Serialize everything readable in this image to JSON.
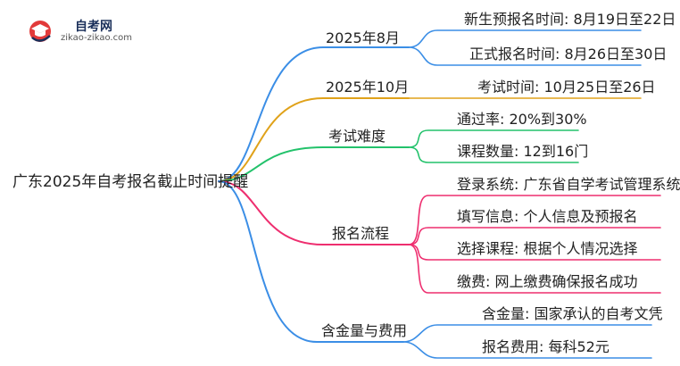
{
  "logo": {
    "title": "自考网",
    "subtitle": "zikao-zikao.com",
    "icon": "graduation-cap-icon"
  },
  "root": {
    "label": "广东2025年自考报名截止时间提醒"
  },
  "branches": [
    {
      "label": "2025年8月",
      "color": "#3b8ee6",
      "leaves": [
        "新生预报名时间: 8月19日至22日",
        "正式报名时间: 8月26日至30日"
      ]
    },
    {
      "label": "2025年10月",
      "color": "#e0a21a",
      "leaves": [
        "考试时间: 10月25日至26日"
      ]
    },
    {
      "label": "考试难度",
      "color": "#23c26b",
      "leaves": [
        "通过率: 20%到30%",
        "课程数量: 12到16门"
      ]
    },
    {
      "label": "报名流程",
      "color": "#ee2e6f",
      "leaves": [
        "登录系统: 广东省自学考试管理系统",
        "填写信息: 个人信息及预报名",
        "选择课程: 根据个人情况选择",
        "缴费: 网上缴费确保报名成功"
      ]
    },
    {
      "label": "含金量与费用",
      "color": "#3b8ee6",
      "leaves": [
        "含金量: 国家承认的自考文凭",
        "报名费用: 每科52元"
      ]
    }
  ]
}
